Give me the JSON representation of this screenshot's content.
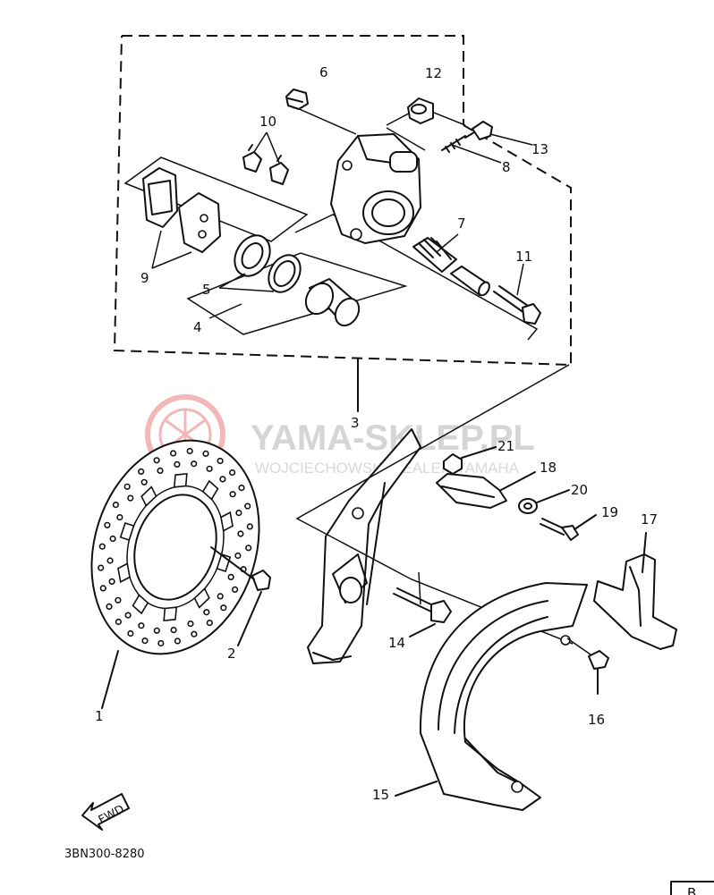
{
  "watermark": {
    "title": "YAMA-SKLEP.PL",
    "subtitle": "WOJCIECHOWSKI DEALER YAMAHA",
    "logo_color": "#f2b8b8",
    "text_color": "#d5d5d5"
  },
  "callouts": {
    "c1": "1",
    "c2": "2",
    "c3": "3",
    "c4": "4",
    "c5": "5",
    "c6": "6",
    "c7": "7",
    "c8": "8",
    "c9": "9",
    "c10": "10",
    "c11": "11",
    "c12": "12",
    "c13": "13",
    "c14": "14",
    "c15": "15",
    "c16": "16",
    "c17": "17",
    "c18": "18",
    "c19": "19",
    "c20": "20",
    "c21": "21"
  },
  "direction_badge": "FWD",
  "part_number": "3BN300-8280",
  "corner_mark": "B",
  "icons": [
    "fwd-arrow-icon",
    "yamaha-logo-icon"
  ]
}
